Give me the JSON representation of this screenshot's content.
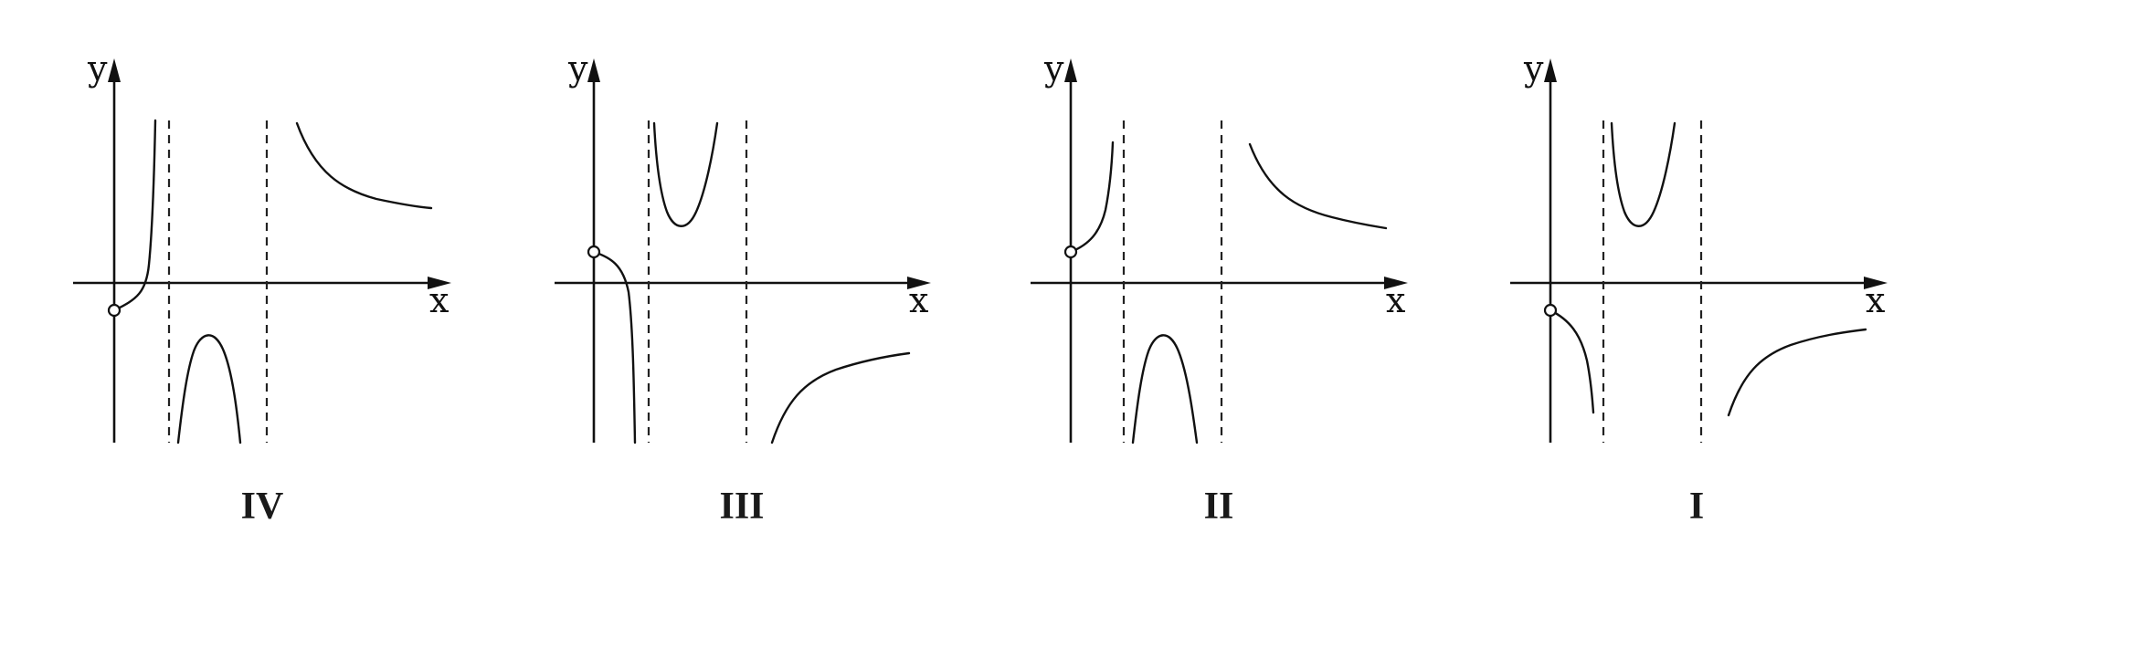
{
  "axis_labels": {
    "x": "x",
    "y": "y"
  },
  "graphs": [
    {
      "label": "IV",
      "icon": "graph-iv"
    },
    {
      "label": "III",
      "icon": "graph-iii"
    },
    {
      "label": "II",
      "icon": "graph-ii"
    },
    {
      "label": "I",
      "icon": "graph-i"
    }
  ]
}
